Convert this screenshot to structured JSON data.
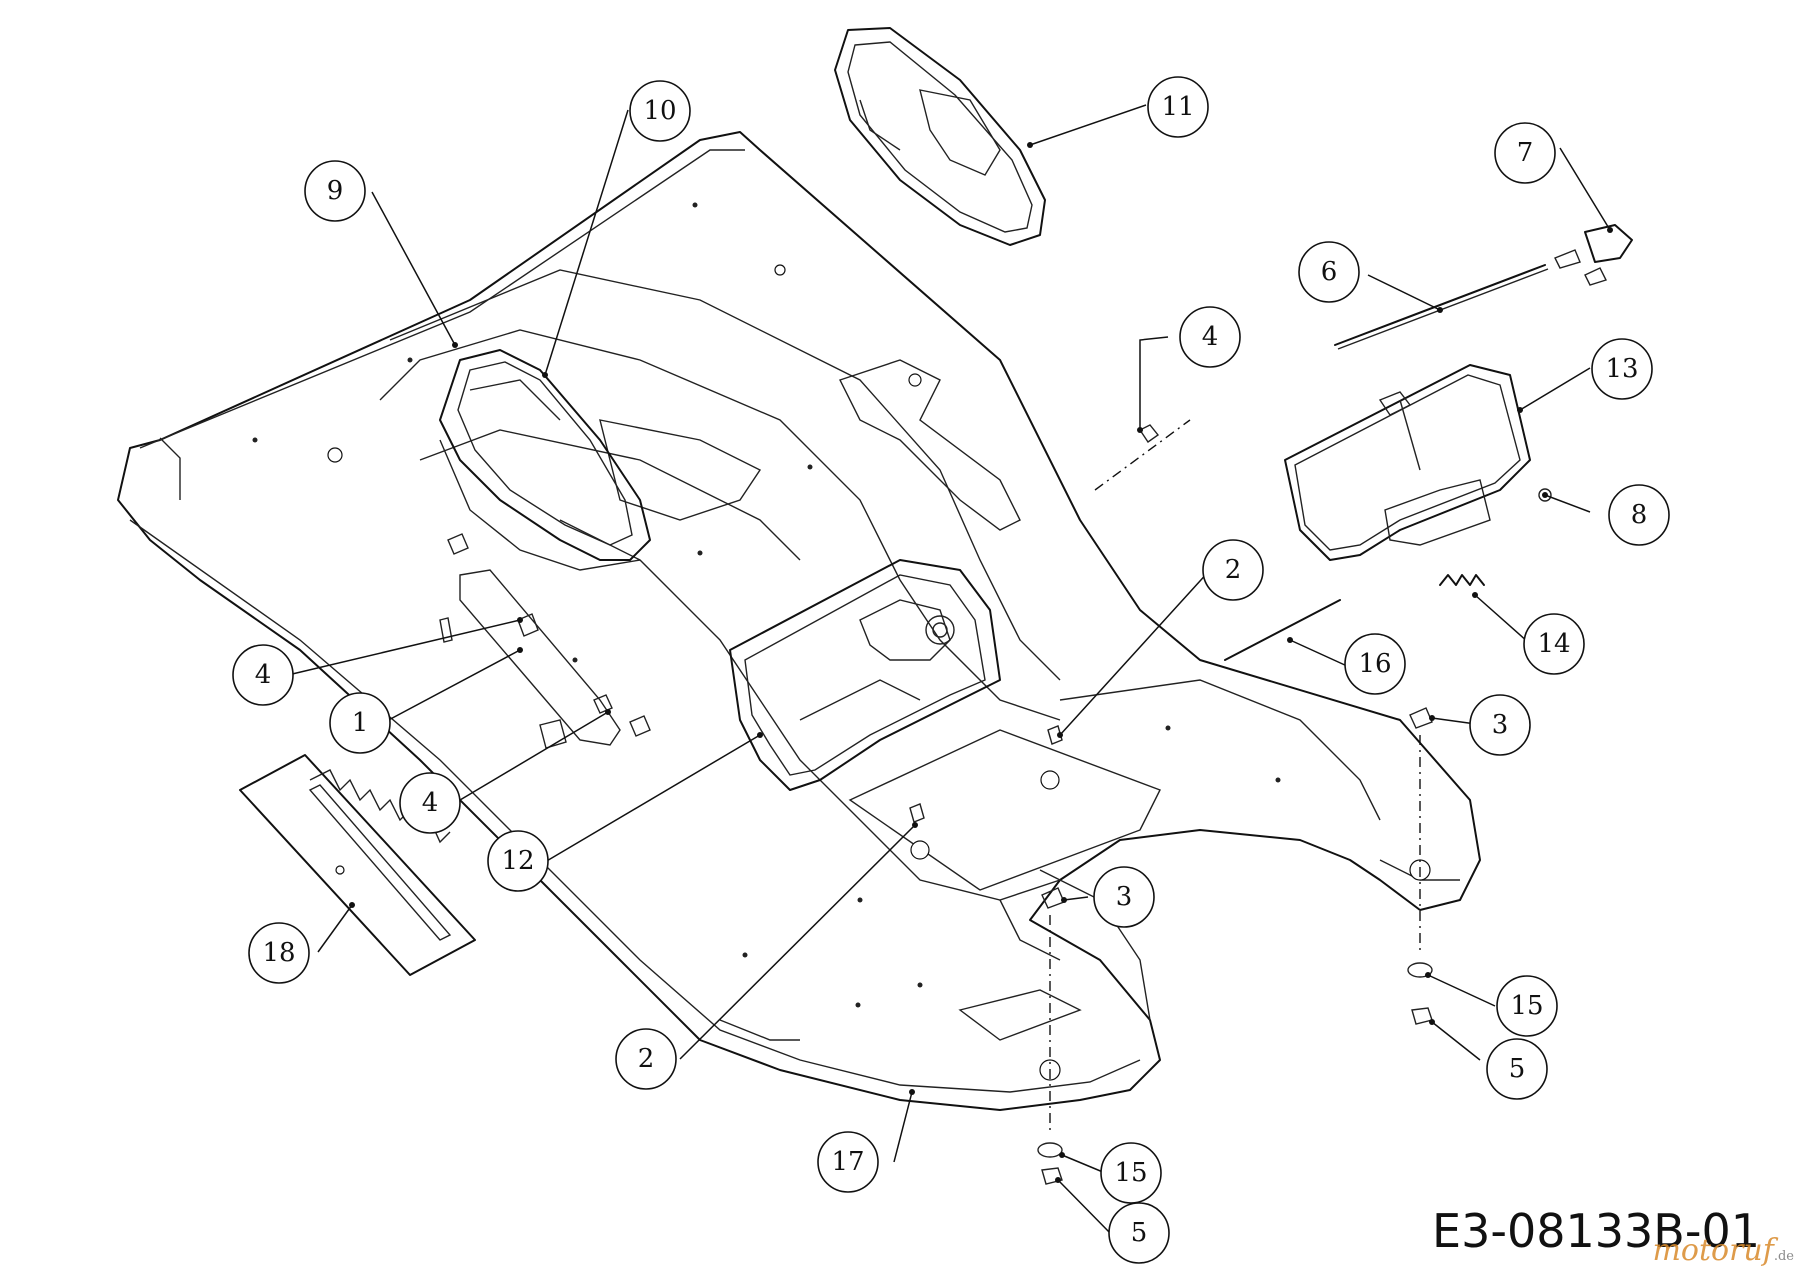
{
  "drawing_ref": "E3-08133B-01",
  "watermark": {
    "name": "motoruf",
    "tld": ".de"
  },
  "callouts": [
    {
      "id": "c-1",
      "label": "1"
    },
    {
      "id": "c-2a",
      "label": "2"
    },
    {
      "id": "c-2b",
      "label": "2"
    },
    {
      "id": "c-3a",
      "label": "3"
    },
    {
      "id": "c-3b",
      "label": "3"
    },
    {
      "id": "c-4a",
      "label": "4"
    },
    {
      "id": "c-4b",
      "label": "4"
    },
    {
      "id": "c-4c",
      "label": "4"
    },
    {
      "id": "c-5a",
      "label": "5"
    },
    {
      "id": "c-5b",
      "label": "5"
    },
    {
      "id": "c-6",
      "label": "6"
    },
    {
      "id": "c-7",
      "label": "7"
    },
    {
      "id": "c-8",
      "label": "8"
    },
    {
      "id": "c-9",
      "label": "9"
    },
    {
      "id": "c-10",
      "label": "10"
    },
    {
      "id": "c-11",
      "label": "11"
    },
    {
      "id": "c-12",
      "label": "12"
    },
    {
      "id": "c-13",
      "label": "13"
    },
    {
      "id": "c-14",
      "label": "14"
    },
    {
      "id": "c-15a",
      "label": "15"
    },
    {
      "id": "c-15b",
      "label": "15"
    },
    {
      "id": "c-16",
      "label": "16"
    },
    {
      "id": "c-17",
      "label": "17"
    },
    {
      "id": "c-18",
      "label": "18"
    }
  ]
}
